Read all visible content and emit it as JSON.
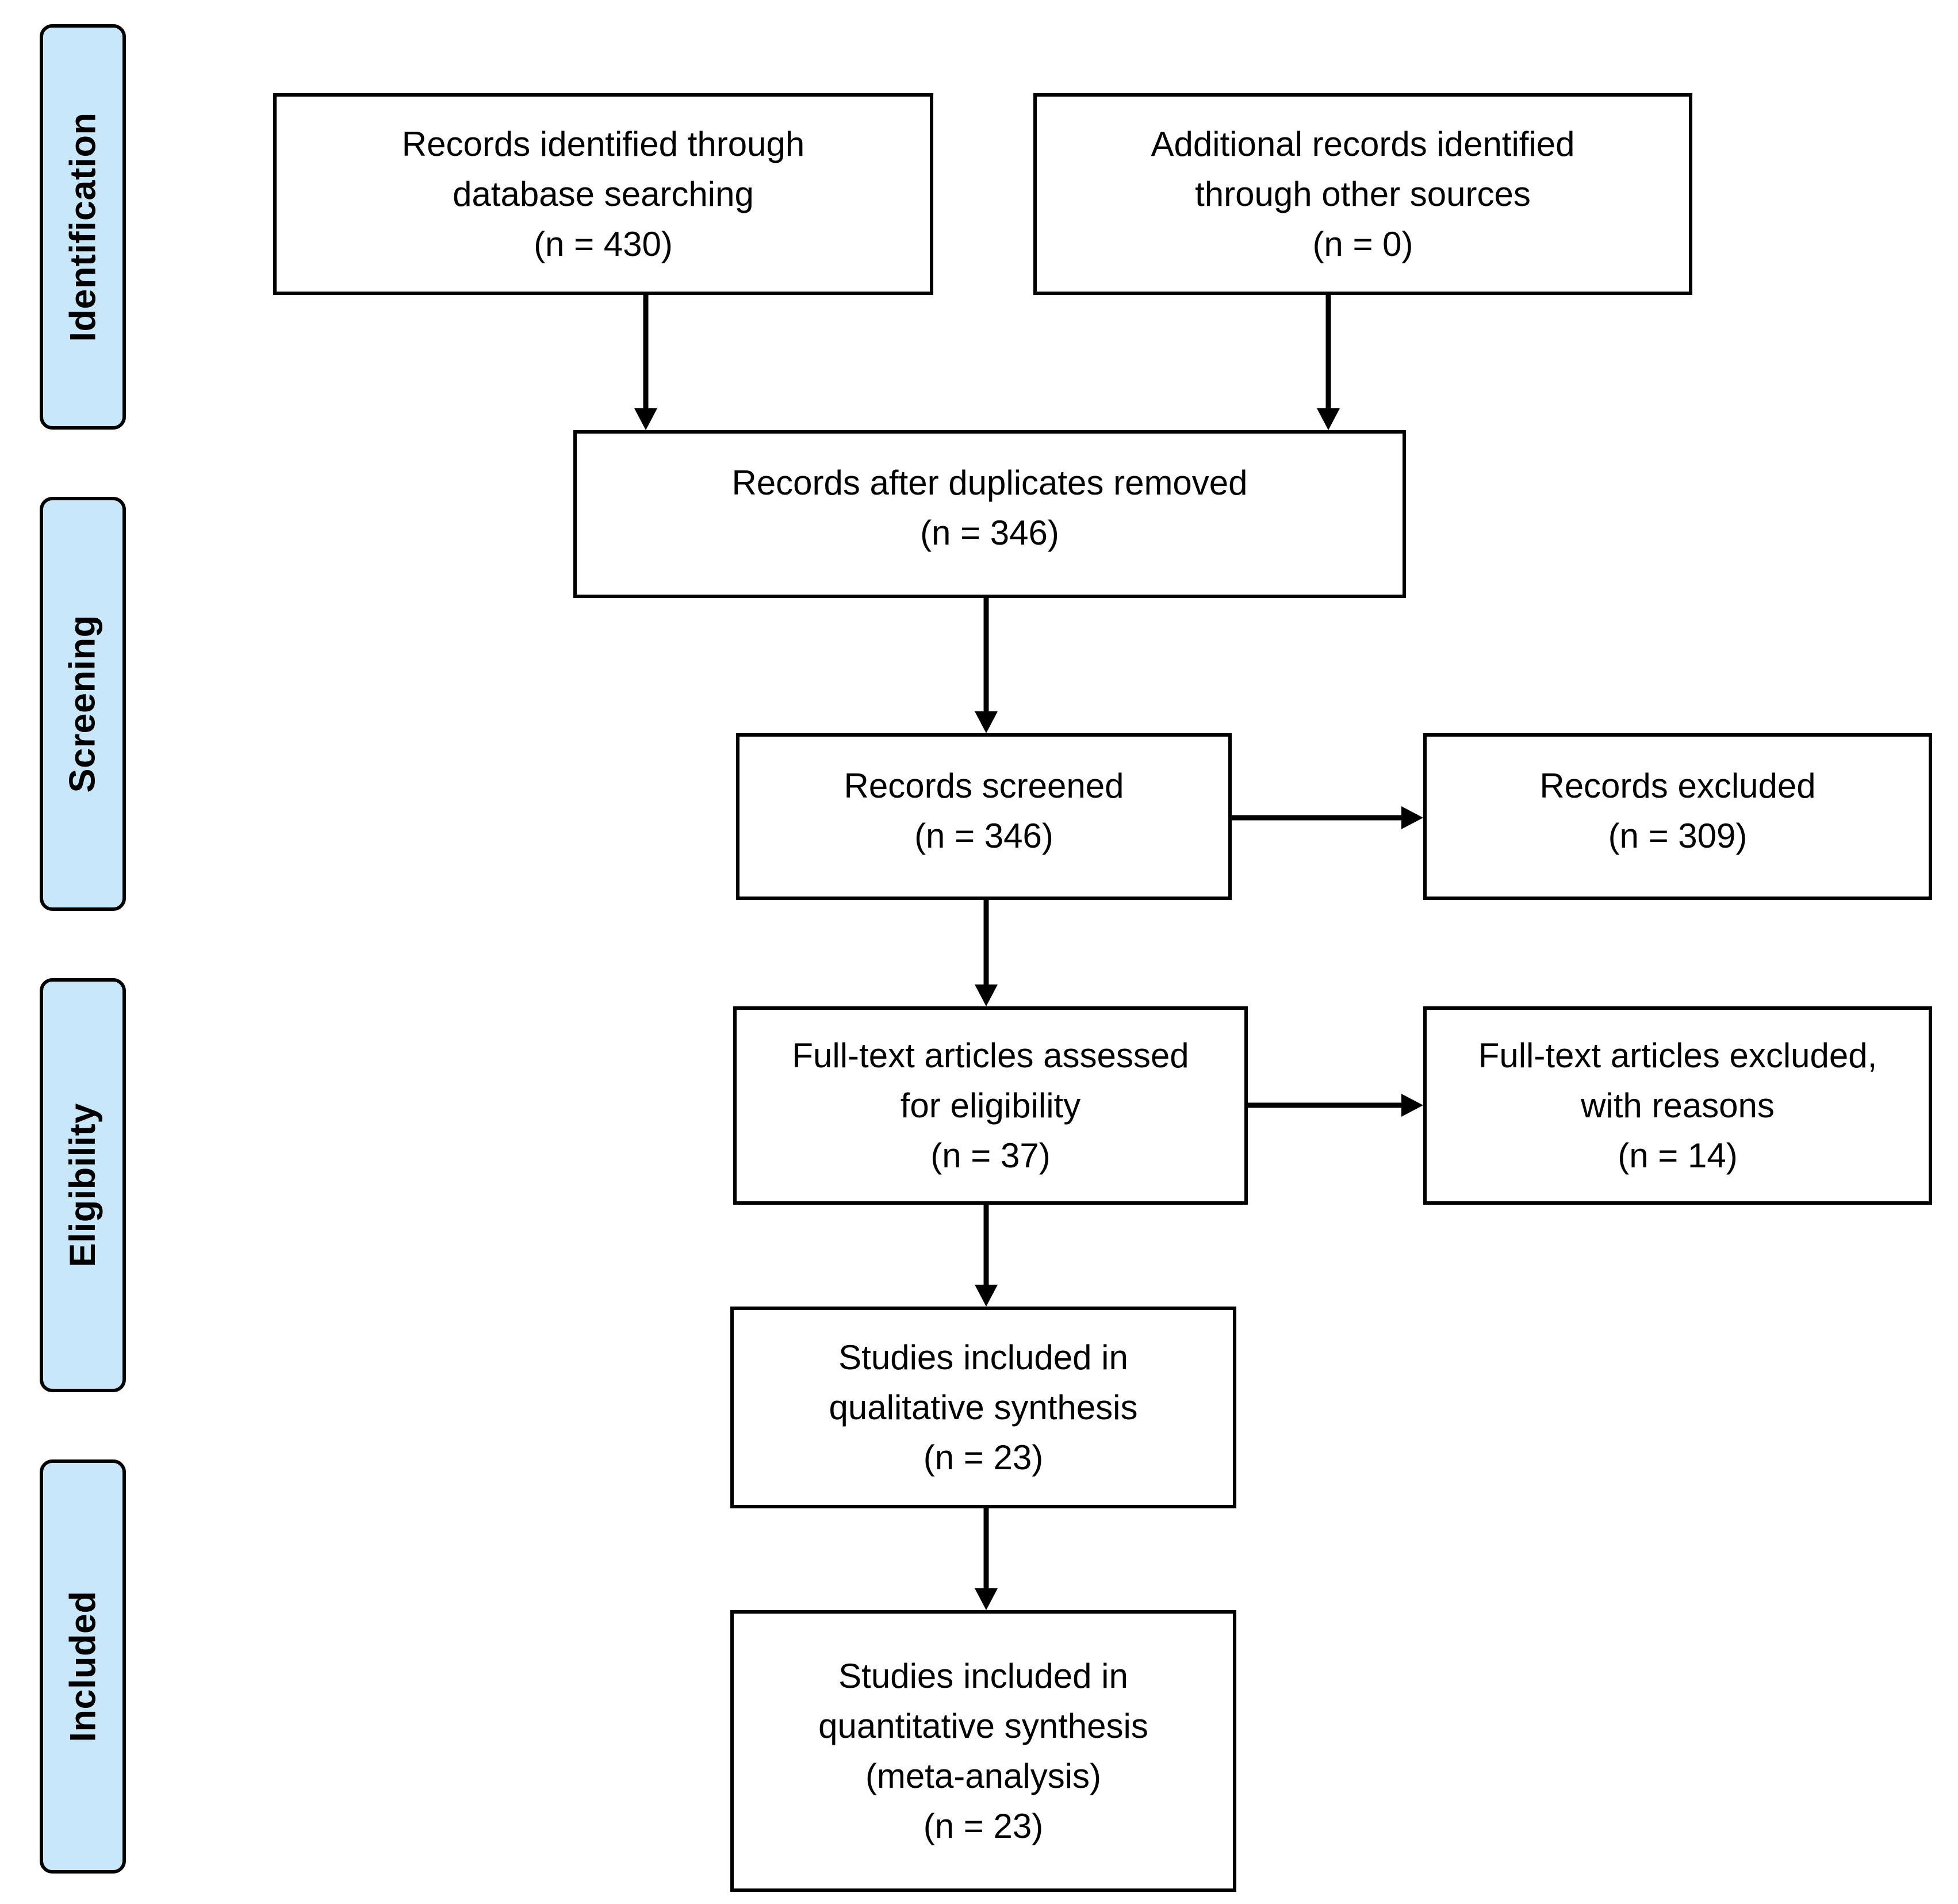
{
  "colors": {
    "stage_fill": "#C8E7FA",
    "line_color": "#000000",
    "box_fill": "#FFFFFF"
  },
  "stages": [
    {
      "label": "Identification"
    },
    {
      "label": "Screening"
    },
    {
      "label": "Eligibility"
    },
    {
      "label": "Included"
    }
  ],
  "boxes": {
    "records_identified": {
      "lines": [
        "Records identified through",
        "database searching",
        "(n = 430)"
      ]
    },
    "additional_records": {
      "lines": [
        "Additional records identified",
        "through other sources",
        "(n = 0)"
      ]
    },
    "after_duplicates": {
      "lines": [
        "Records after duplicates removed",
        "(n = 346)"
      ]
    },
    "records_screened": {
      "lines": [
        "Records screened",
        "(n = 346)"
      ]
    },
    "records_excluded": {
      "lines": [
        "Records excluded",
        "(n = 309)"
      ]
    },
    "fulltext_assessed": {
      "lines": [
        "Full-text articles assessed",
        "for eligibility",
        "(n = 37)"
      ]
    },
    "fulltext_excluded": {
      "lines": [
        "Full-text articles excluded,",
        "with reasons",
        "(n = 14)"
      ]
    },
    "qualitative": {
      "lines": [
        "Studies included in",
        "qualitative synthesis",
        "(n = 23)"
      ]
    },
    "quantitative": {
      "lines": [
        "Studies included in",
        "quantitative synthesis",
        "(meta-analysis)",
        "(n = 23)"
      ]
    }
  }
}
